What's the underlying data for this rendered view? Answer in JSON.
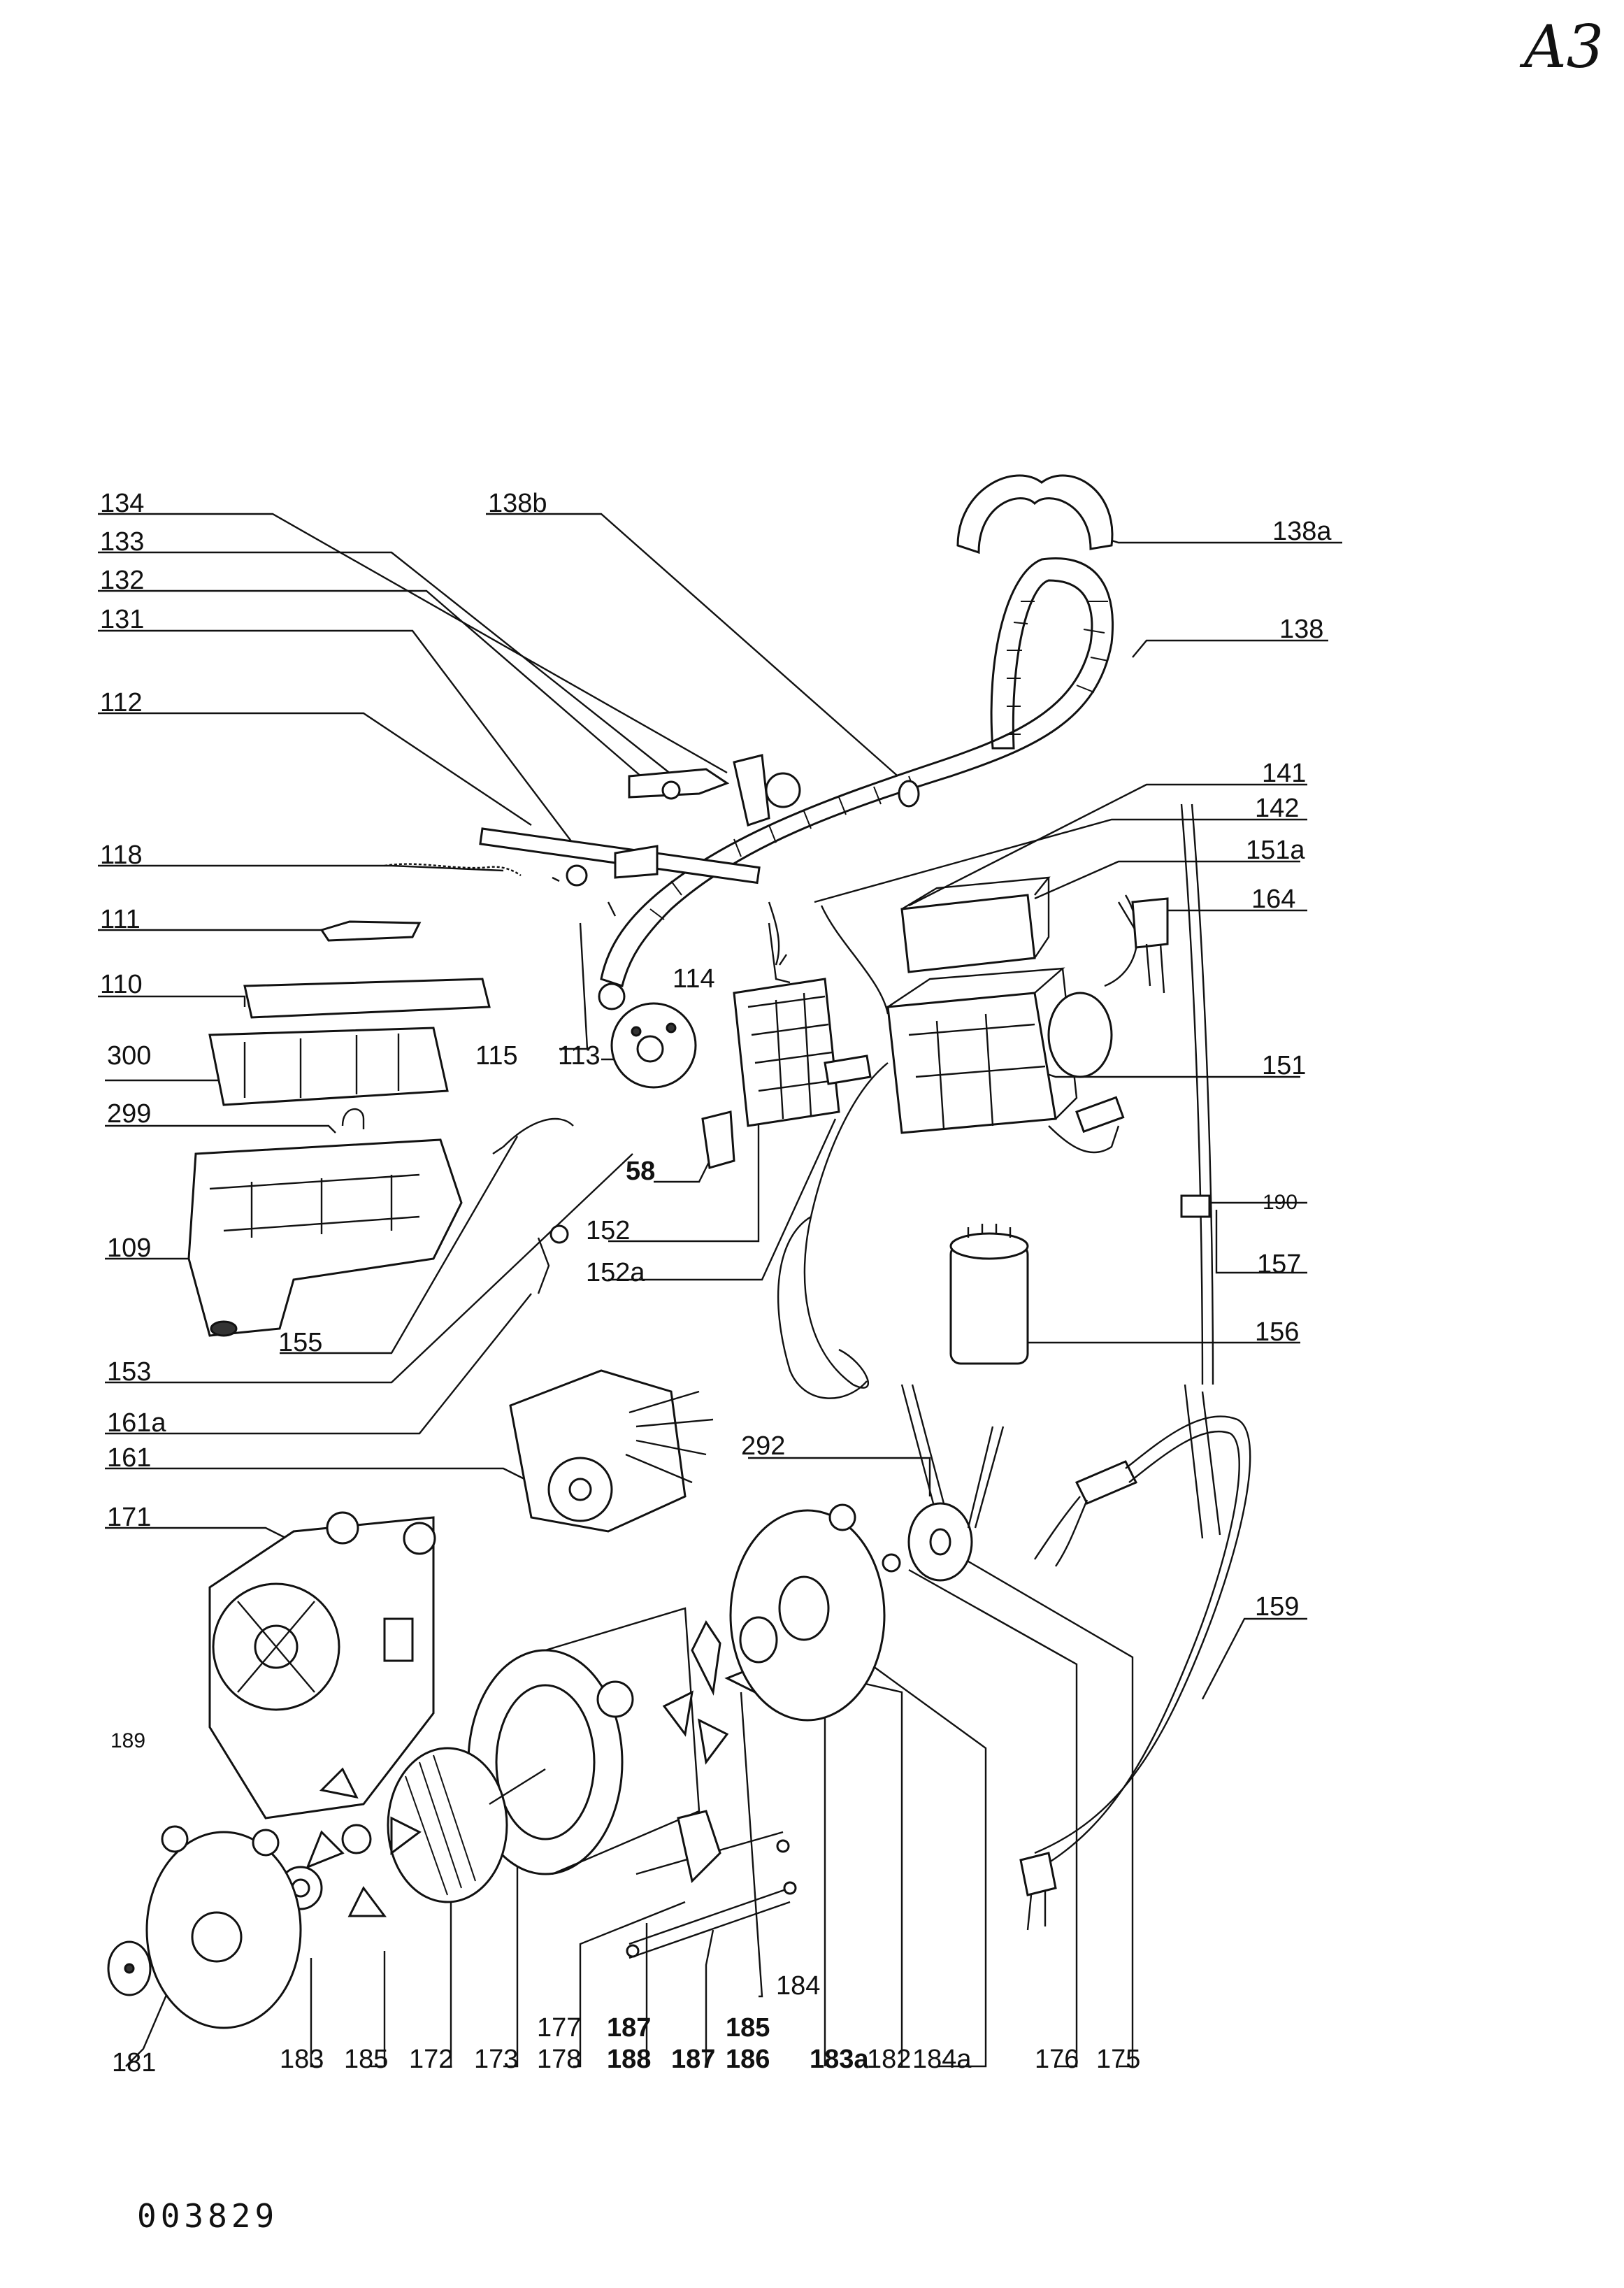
{
  "page_mark": "A3",
  "doc_number": "003829",
  "callouts": {
    "c134": "134",
    "c133": "133",
    "c132": "132",
    "c131": "131",
    "c112": "112",
    "c118": "118",
    "c111": "111",
    "c110": "110",
    "c300": "300",
    "c299": "299",
    "c109": "109",
    "c155": "155",
    "c153": "153",
    "c161a": "161a",
    "c161": "161",
    "c171": "171",
    "c189": "189",
    "c181": "181",
    "c183": "183",
    "c185": "185",
    "c172": "172",
    "c173": "173",
    "c177": "177",
    "c178": "178",
    "c187a": "187",
    "c188": "188",
    "c187b": "187",
    "c185b": "185",
    "c186": "186",
    "c184": "184",
    "c183a": "183a",
    "c182": "182",
    "c184a": "184a",
    "c176": "176",
    "c175": "175",
    "c138b": "138b",
    "c138a": "138a",
    "c138": "138",
    "c141": "141",
    "c142": "142",
    "c151a": "151a",
    "c164": "164",
    "c151": "151",
    "c114": "114",
    "c115": "115",
    "c113": "113",
    "c58": "58",
    "c152": "152",
    "c152a": "152a",
    "c190": "190",
    "c157": "157",
    "c156": "156",
    "c292": "292",
    "c159": "159"
  }
}
